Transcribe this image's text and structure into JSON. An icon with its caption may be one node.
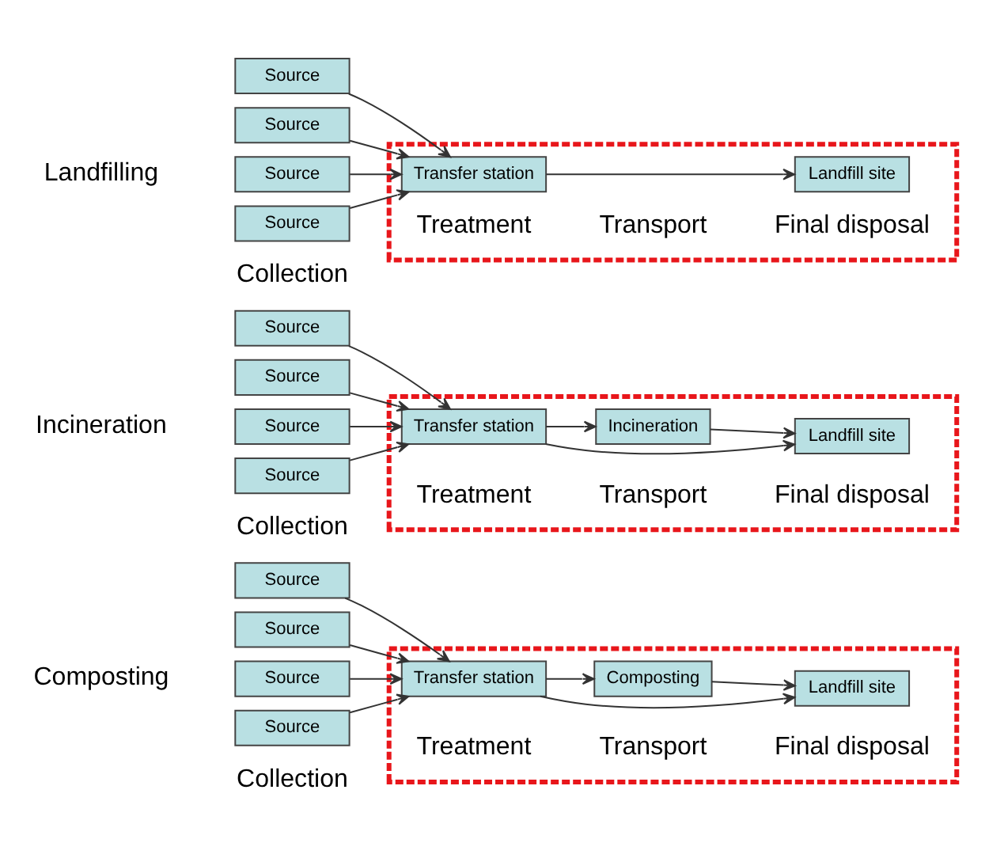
{
  "diagram": {
    "nodes": [
      {
        "text": [
          "Source"
        ]
      },
      {
        "text": [
          "Source"
        ]
      },
      {
        "text": [
          "Source"
        ]
      },
      {
        "text": [
          "Source"
        ]
      },
      {
        "text": [],
        "shape": "box"
      },
      {
        "text": [
          "Transfer station"
        ],
        "in": 4
      },
      {
        "text": [
          "Landfill site"
        ],
        "in": 4
      },
      {
        "text": [
          "Source"
        ]
      },
      {
        "text": [
          "Source"
        ]
      },
      {
        "text": [
          "Source"
        ]
      },
      {
        "text": [
          "Source"
        ]
      },
      {
        "text": [],
        "shape": "box"
      },
      {
        "text": [
          "Transfer station"
        ],
        "in": 11
      },
      {
        "text": [
          "Incineration"
        ],
        "in": 11
      },
      {
        "text": [
          "Landfill site"
        ],
        "in": 11
      },
      {
        "text": [
          "Source"
        ]
      },
      {
        "text": [
          "Source"
        ]
      },
      {
        "text": [
          "Source"
        ]
      },
      {
        "text": [
          "Source"
        ]
      },
      {
        "text": [],
        "shape": "box"
      },
      {
        "text": [
          "Transfer station"
        ],
        "in": 19
      },
      {
        "text": [
          "Composting"
        ],
        "in": 19
      },
      {
        "text": [
          "Landfill site"
        ],
        "in": 19
      }
    ],
    "edges": [
      {
        "from": 0,
        "to": 5,
        "arrow": "to"
      },
      {
        "from": 1,
        "to": 5,
        "arrow": "to"
      },
      {
        "from": 2,
        "to": 5,
        "arrow": "to"
      },
      {
        "from": 3,
        "to": 5,
        "arrow": "to"
      },
      {
        "from": 5,
        "to": 6,
        "arrow": "to"
      },
      {
        "from": 7,
        "to": 12,
        "arrow": "to"
      },
      {
        "from": 8,
        "to": 12,
        "arrow": "to"
      },
      {
        "from": 9,
        "to": 12,
        "arrow": "to"
      },
      {
        "from": 10,
        "to": 12,
        "arrow": "to"
      },
      {
        "from": 12,
        "to": 13,
        "arrow": "to"
      },
      {
        "from": 12,
        "to": 14,
        "arrow": "to"
      },
      {
        "from": 13,
        "to": 14,
        "arrow": "to"
      },
      {
        "from": 15,
        "to": 20,
        "arrow": "to"
      },
      {
        "from": 16,
        "to": 20,
        "arrow": "to"
      },
      {
        "from": 17,
        "to": 20,
        "arrow": "to"
      },
      {
        "from": 18,
        "to": 20,
        "arrow": "to"
      },
      {
        "from": 20,
        "to": 21,
        "arrow": "to"
      },
      {
        "from": 20,
        "to": 22,
        "arrow": "to"
      },
      {
        "from": 21,
        "to": 22,
        "arrow": "to"
      }
    ],
    "labels": [
      "Landfilling",
      "Collection",
      "Treatment",
      "Transport",
      "Final disposal",
      "Incineration",
      "Collection",
      "Treatment",
      "Transport",
      "Final disposal",
      "Composting",
      "Collection",
      "Treatment",
      "Transport",
      "Final disposal"
    ]
  }
}
